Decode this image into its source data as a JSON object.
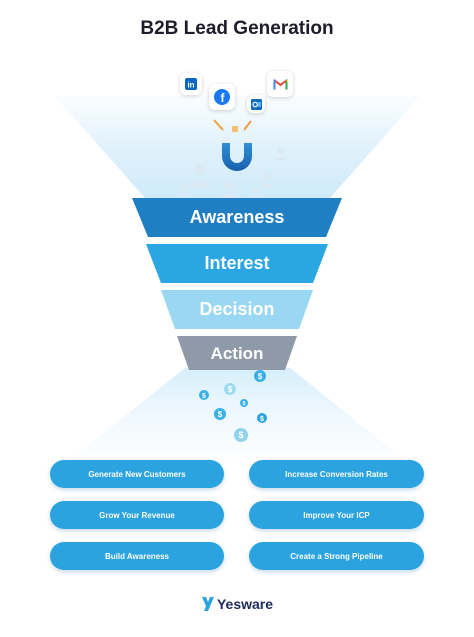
{
  "title": "B2B Lead Generation",
  "funnel_stages": [
    "Awareness",
    "Interest",
    "Decision",
    "Action"
  ],
  "outcomes": [
    "Generate New Customers",
    "Increase Conversion Rates",
    "Grow Your Revenue",
    "Improve Your ICP",
    "Build Awareness",
    "Create a Strong Pipeline"
  ],
  "brand": "Yesware",
  "icons": [
    "linkedin-icon",
    "facebook-icon",
    "outlook-icon",
    "gmail-icon",
    "magnet-icon",
    "person-icon",
    "dollar-coin-icon"
  ],
  "colors": {
    "awareness": "#1f7fc2",
    "interest": "#2aa7e3",
    "decision": "#9ad7f2",
    "action": "#8f9aa8",
    "pill": "#2aa3e0",
    "title": "#1c1c2b"
  }
}
